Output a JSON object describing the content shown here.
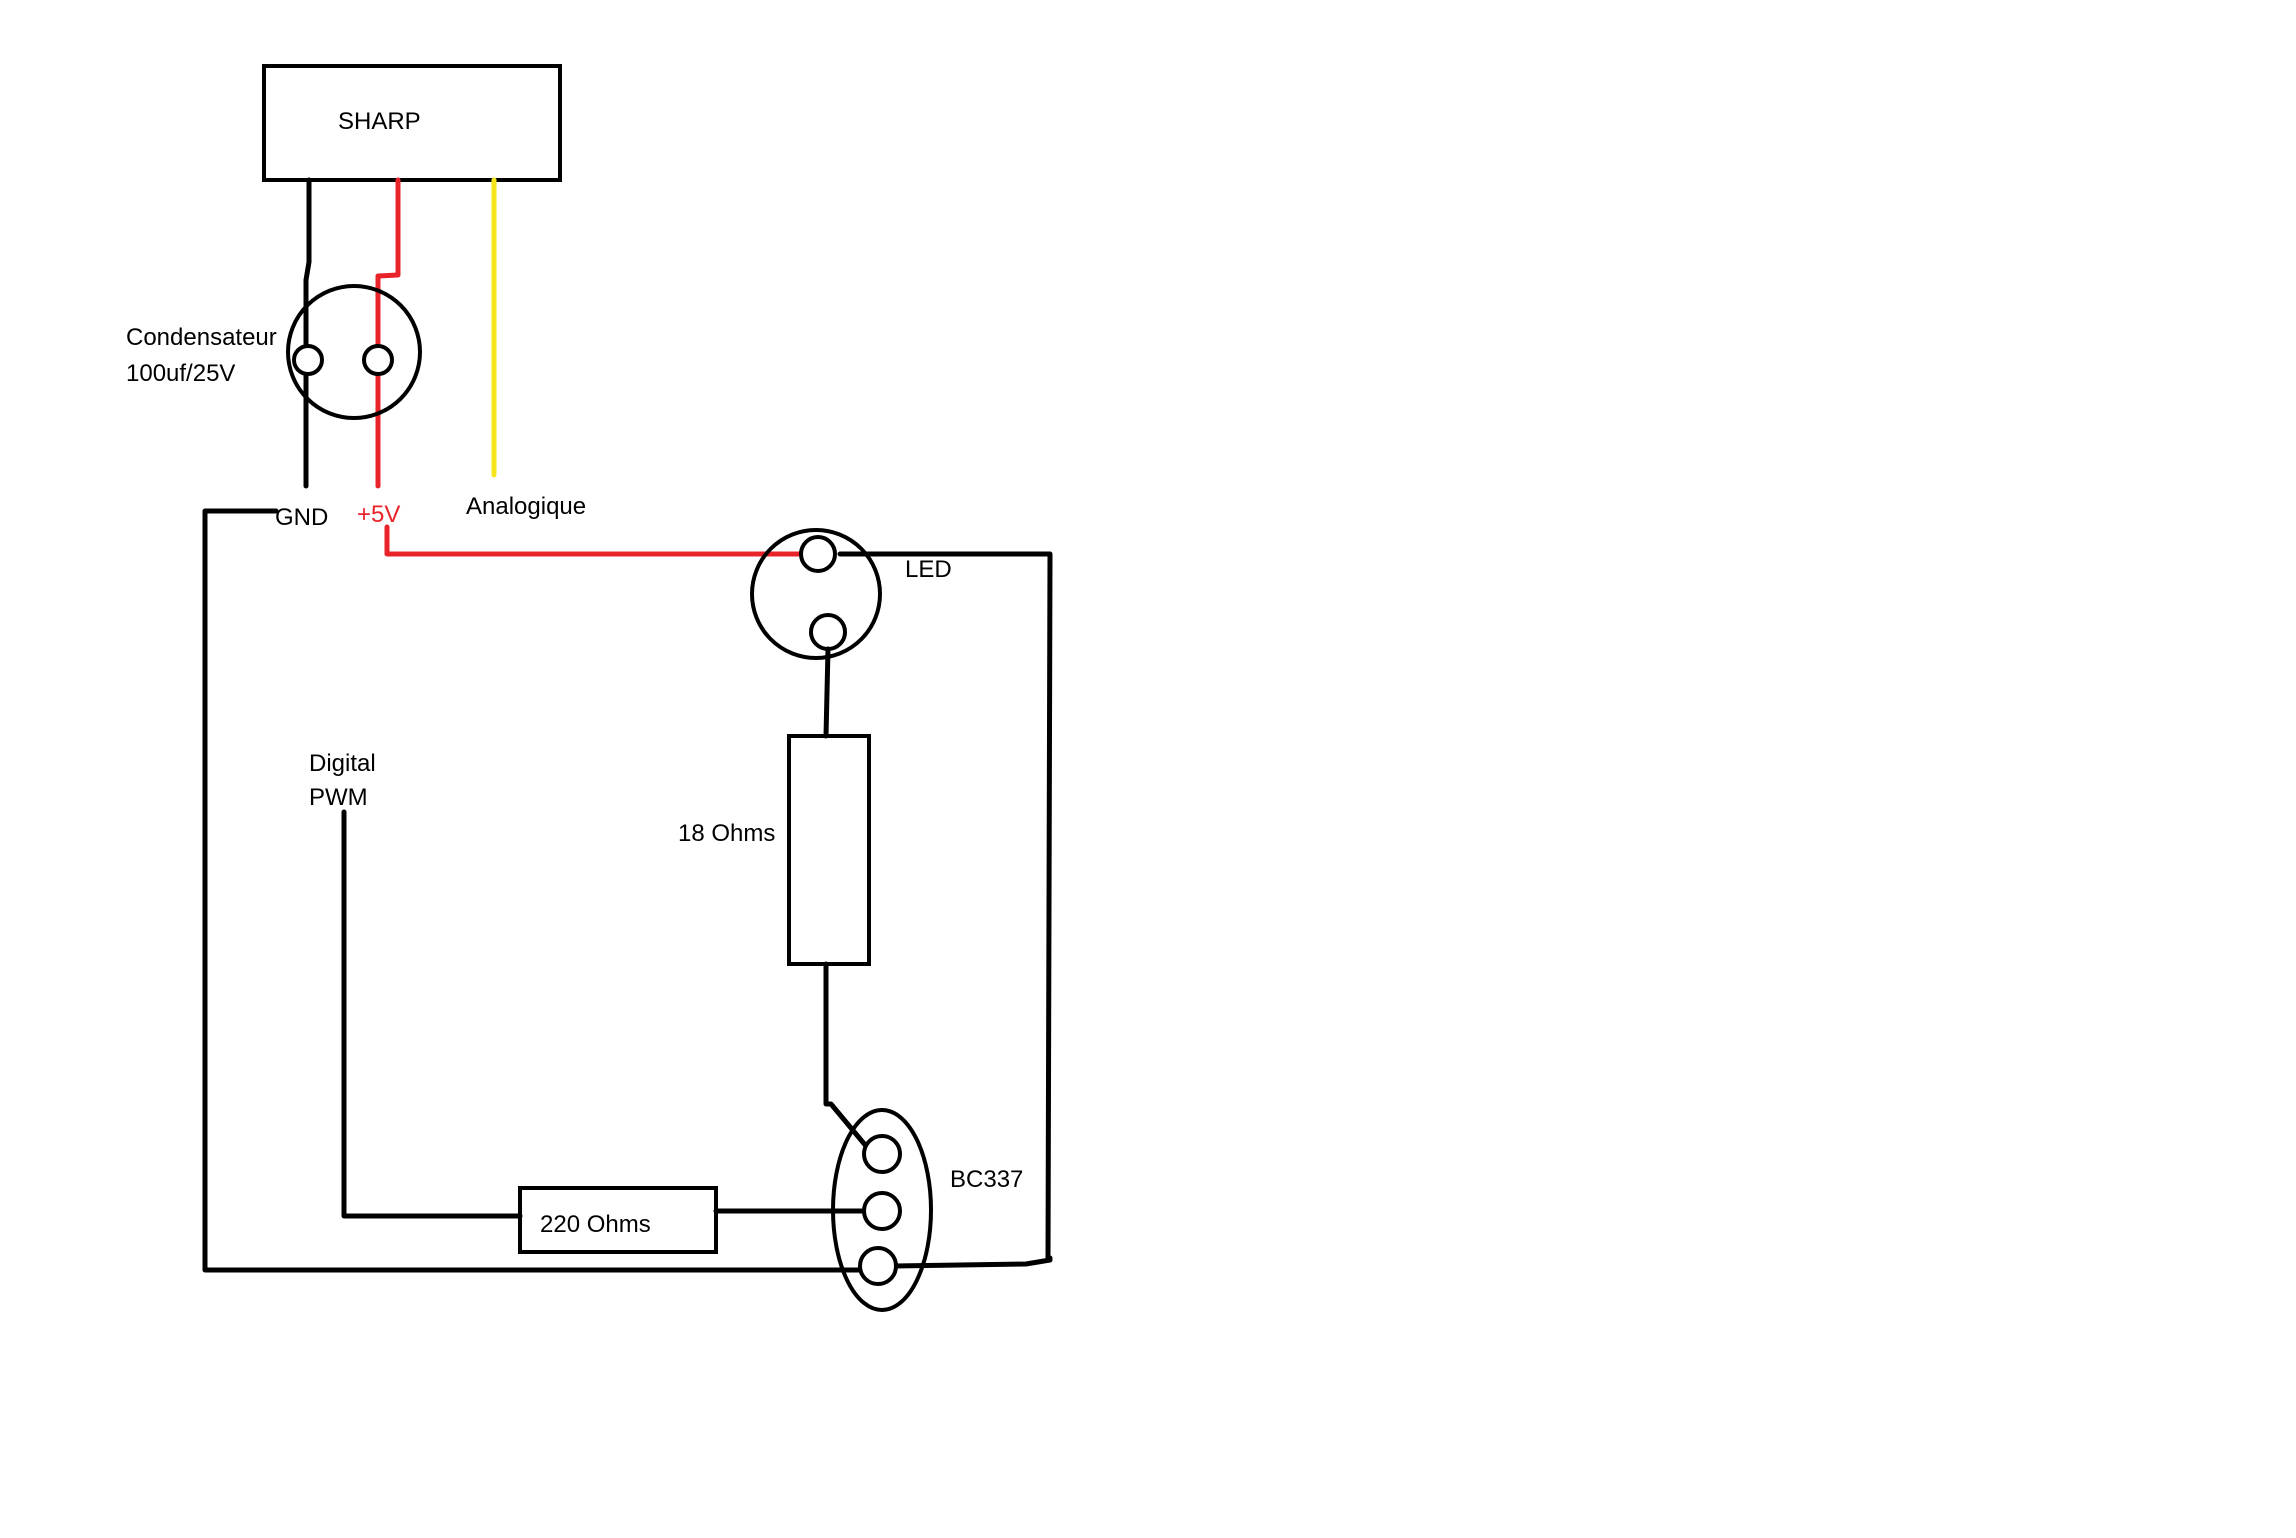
{
  "labels": {
    "sharp": "SHARP",
    "condensateur_line1": "Condensateur",
    "condensateur_line2": "100uf/25V",
    "gnd": "GND",
    "plus5v": "+5V",
    "analogique": "Analogique",
    "led": "LED",
    "digital_line1": "Digital",
    "digital_line2": "PWM",
    "r18": "18 Ohms",
    "r220": "220 Ohms",
    "bc337": "BC337"
  },
  "colors": {
    "ground_wire": "#000000",
    "power_wire": "#e8232a",
    "analog_wire": "#f5e61b",
    "outline": "#000000",
    "background": "#ffffff"
  }
}
